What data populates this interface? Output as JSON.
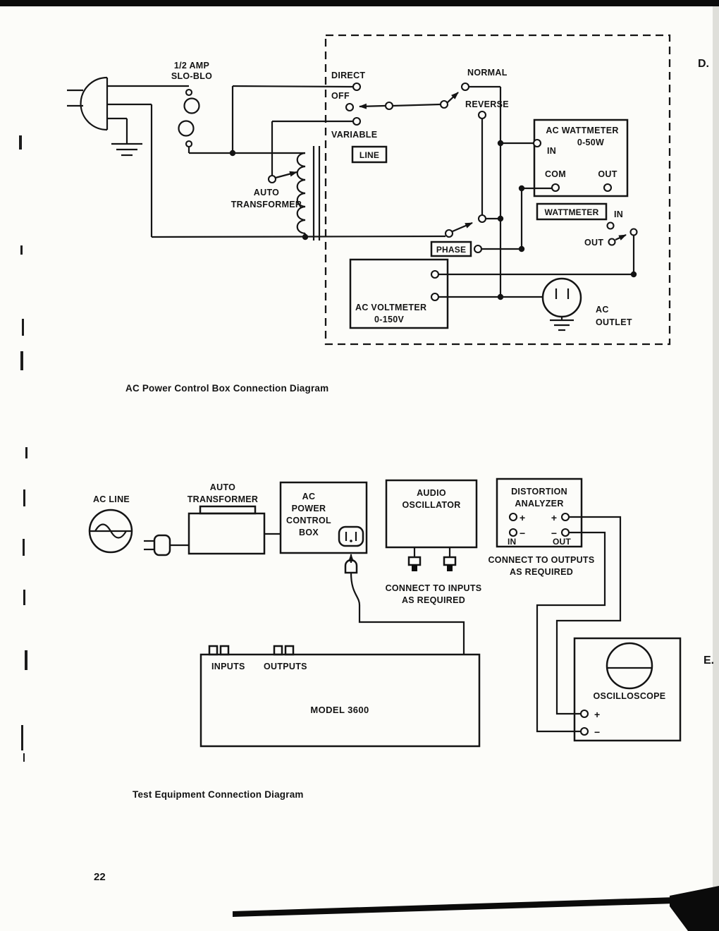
{
  "page": {
    "number": "22",
    "marker_d": "D.",
    "marker_e": "E."
  },
  "d1": {
    "caption": "AC Power Control Box Connection Diagram",
    "fuse_l1": "1/2 AMP",
    "fuse_l2": "SLO-BLO",
    "direct": "DIRECT",
    "off": "OFF",
    "variable": "VARIABLE",
    "line_tag": "LINE",
    "normal": "NORMAL",
    "reverse": "REVERSE",
    "auto_l1": "AUTO",
    "auto_l2": "TRANSFORMER",
    "wm_title": "AC WATTMETER",
    "wm_range": "0-50W",
    "wm_in": "IN",
    "wm_com": "COM",
    "wm_out": "OUT",
    "wm_tag": "WATTMETER",
    "wm_tag_in": "IN",
    "wm_tag_out": "OUT",
    "phase_tag": "PHASE",
    "vm_l1": "AC VOLTMETER",
    "vm_l2": "0-150V",
    "outlet_l1": "AC",
    "outlet_l2": "OUTLET"
  },
  "d2": {
    "caption": "Test Equipment Connection Diagram",
    "ac_line": "AC LINE",
    "auto_l1": "AUTO",
    "auto_l2": "TRANSFORMER",
    "box_l1": "AC",
    "box_l2": "POWER",
    "box_l3": "CONTROL",
    "box_l4": "BOX",
    "osc_l1": "AUDIO",
    "osc_l2": "OSCILLATOR",
    "da_l1": "DISTORTION",
    "da_l2": "ANALYZER",
    "da_plus": "+",
    "da_minus": "−",
    "da_in": "IN",
    "da_out": "OUT",
    "conn_out_l1": "CONNECT TO OUTPUTS",
    "conn_out_l2": "AS REQUIRED",
    "conn_in_l1": "CONNECT TO INPUTS",
    "conn_in_l2": "AS REQUIRED",
    "inputs": "INPUTS",
    "outputs": "OUTPUTS",
    "model": "MODEL 3600",
    "scope": "OSCILLOSCOPE",
    "scope_plus": "+",
    "scope_minus": "−"
  }
}
